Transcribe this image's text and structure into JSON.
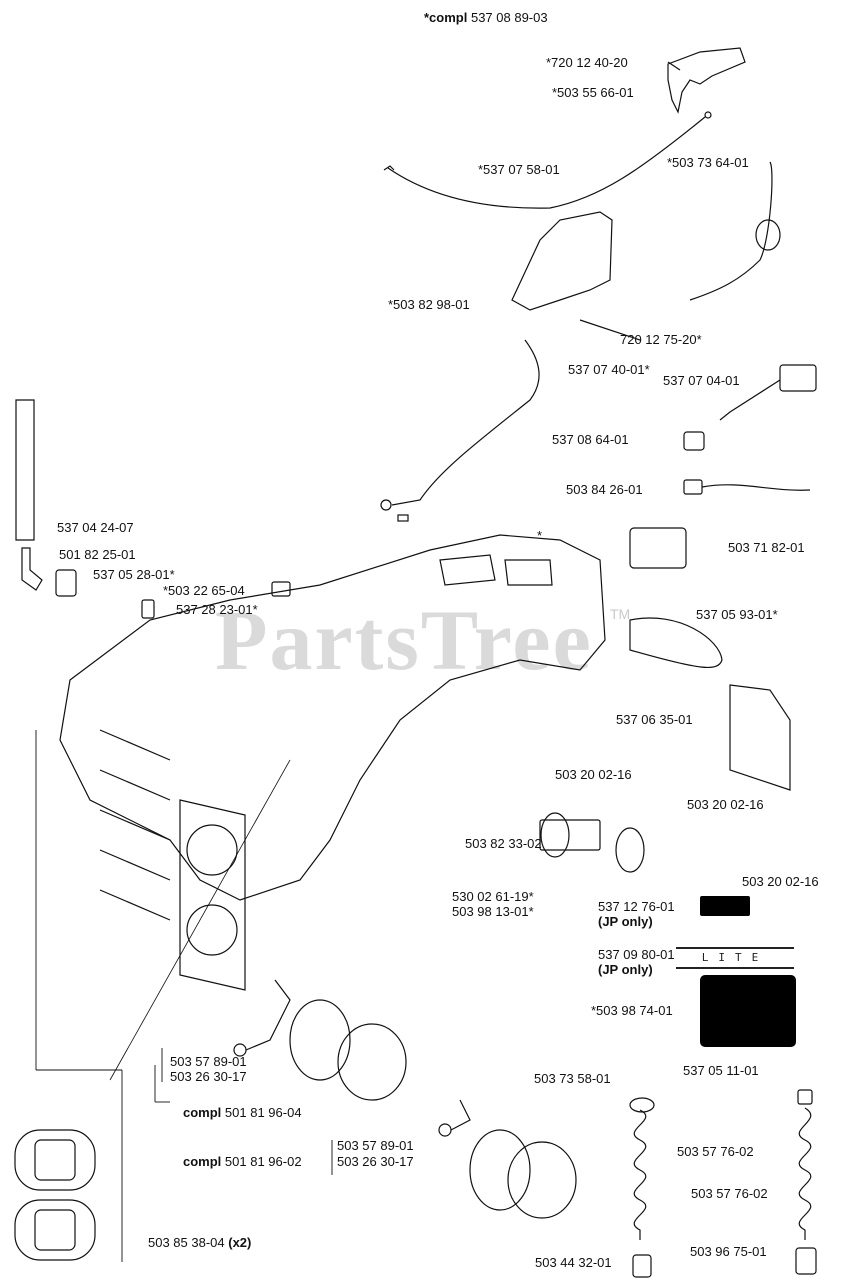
{
  "title": {
    "prefix": "*compl",
    "number": "537 08 89-03"
  },
  "watermark": {
    "text": "PartsTree",
    "tm": "TM"
  },
  "decal_text": "LITE",
  "labels": {
    "p720_12_40_20": "*720 12 40-20",
    "p503_55_66_01": "*503 55 66-01",
    "p537_07_58_01": "*537 07 58-01",
    "p503_73_64_01": "*503 73 64-01",
    "p503_82_98_01": "*503 82 98-01",
    "p720_12_75_20": "720 12 75-20*",
    "p537_07_40_01": "537 07 40-01*",
    "p537_07_04_01": "537 07 04-01",
    "p537_08_64_01": "537 08 64-01",
    "p503_84_26_01": "503 84 26-01",
    "p537_04_24_07": "537 04 24-07",
    "p501_82_25_01": "501 82 25-01",
    "p537_05_28_01": "537 05 28-01*",
    "p503_22_65_04": "*503 22 65-04",
    "p537_28_23_01": "537 28 23-01*",
    "housing_star": "*",
    "p503_71_82_01": "503 71 82-01",
    "p537_05_93_01": "537 05 93-01*",
    "p537_06_35_01": "537 06 35-01",
    "p503_20_02_16_a": "503 20 02-16",
    "p503_20_02_16_b": "503 20 02-16",
    "p503_82_33_02": "503 82 33-02",
    "p503_20_02_16_c": "503 20 02-16",
    "p530_02_61_19": "530 02 61-19*",
    "p503_98_13_01": "503 98 13-01*",
    "p537_12_76_01": "537 12 76-01",
    "jp_only_1": "(JP only)",
    "p537_09_80_01": "537 09 80-01",
    "jp_only_2": "(JP only)",
    "p503_98_74_01": "*503 98 74-01",
    "cap1_p503_57_89_01": "503 57 89-01",
    "cap1_p503_26_30_17": "503 26 30-17",
    "cap1_compl_prefix": "compl",
    "cap1_compl_number": "501 81 96-04",
    "cap2_p503_57_89_01": "503 57 89-01",
    "cap2_p503_26_30_17": "503 26 30-17",
    "cap2_compl_prefix": "compl",
    "cap2_compl_number": "501 81 96-02",
    "p503_73_58_01": "503 73 58-01",
    "p537_05_11_01": "537 05 11-01",
    "p503_57_76_02_a": "503 57 76-02",
    "p503_57_76_02_b": "503 57 76-02",
    "p503_44_32_01": "503 44 32-01",
    "p503_96_75_01": "503 96 75-01",
    "p503_85_38_04": "503 85 38-04",
    "qty_x2": "(x2)"
  }
}
